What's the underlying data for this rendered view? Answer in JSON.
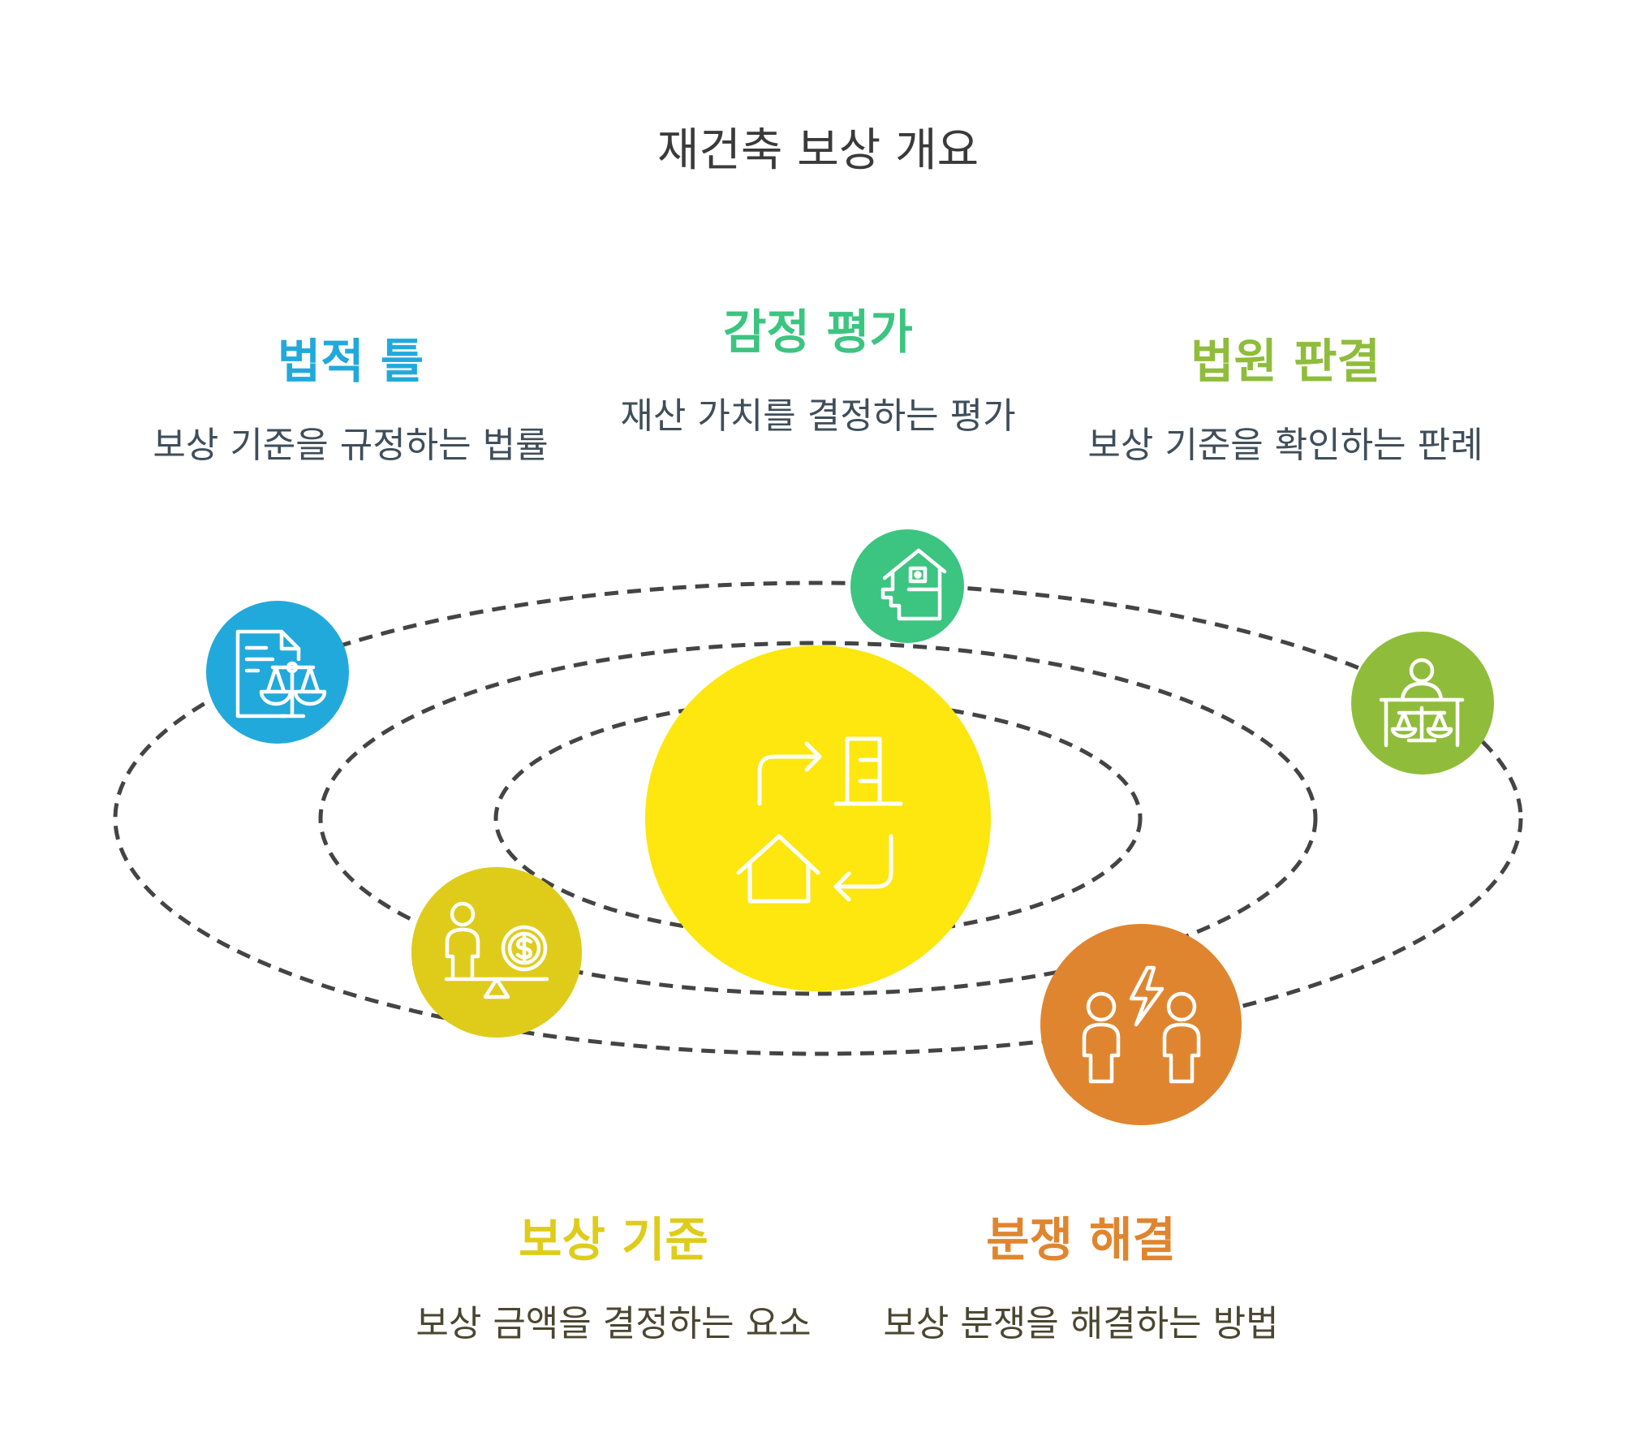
{
  "title": "재건축 보상 개요",
  "colors": {
    "center": "#fde70e",
    "legal": "#21a9db",
    "appraisal": "#3cc481",
    "court": "#8fbd3b",
    "standard": "#dfcc1a",
    "dispute": "#e0852f",
    "orbit": "#444444",
    "desc_text": "#3f4e5a"
  },
  "center_node": {
    "icon": "exchange-house-document-icon"
  },
  "nodes": [
    {
      "key": "legal",
      "heading": "법적 틀",
      "description": "보상 기준을 규정하는 법률",
      "icon": "document-scales-icon"
    },
    {
      "key": "appraisal",
      "heading": "감정 평가",
      "description": "재산 가치를 결정하는 평가",
      "icon": "house-stairs-icon"
    },
    {
      "key": "court",
      "heading": "법원 판결",
      "description": "보상 기준을 확인하는 판례",
      "icon": "judge-scales-icon"
    },
    {
      "key": "standard",
      "heading": "보상 기준",
      "description": "보상 금액을 결정하는 요소",
      "icon": "person-money-balance-icon"
    },
    {
      "key": "dispute",
      "heading": "분쟁 해결",
      "description": "보상 분쟁을 해결하는 방법",
      "icon": "two-people-conflict-icon"
    }
  ]
}
